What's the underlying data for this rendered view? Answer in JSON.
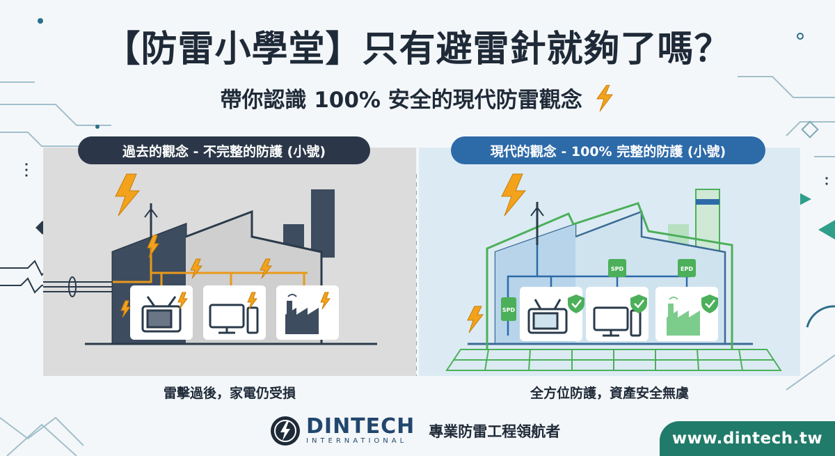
{
  "header": {
    "title": "【防雷小學堂】只有避雷針就夠了嗎？",
    "subtitle": "帶你認識 100% 安全的現代防雷觀念"
  },
  "panels": {
    "past": {
      "label": "過去的觀念 - 不完整的防護 (小號)",
      "caption": "雷擊過後，家電仍受損"
    },
    "modern": {
      "label": "現代的觀念 - 100% 完整的防護 (小號)",
      "caption": "全方位防護，資產安全無虞",
      "device_labels": [
        "SPD",
        "SPD",
        "EPD"
      ]
    }
  },
  "footer": {
    "brand_name": "DINTECH",
    "brand_sub": "INTERNATIONAL",
    "tagline": "專業防雷工程領航者",
    "url": "www.dintech.tw"
  },
  "colors": {
    "dark_navy": "#2b3748",
    "accent_blue": "#2d6aa8",
    "bolt_orange": "#f2a21b",
    "protect_green": "#4caf5a",
    "brand_teal": "#217b6a"
  },
  "icons": [
    "lightning-bolt-icon",
    "tv-icon",
    "computer-icon",
    "factory-icon",
    "shield-check-icon"
  ]
}
